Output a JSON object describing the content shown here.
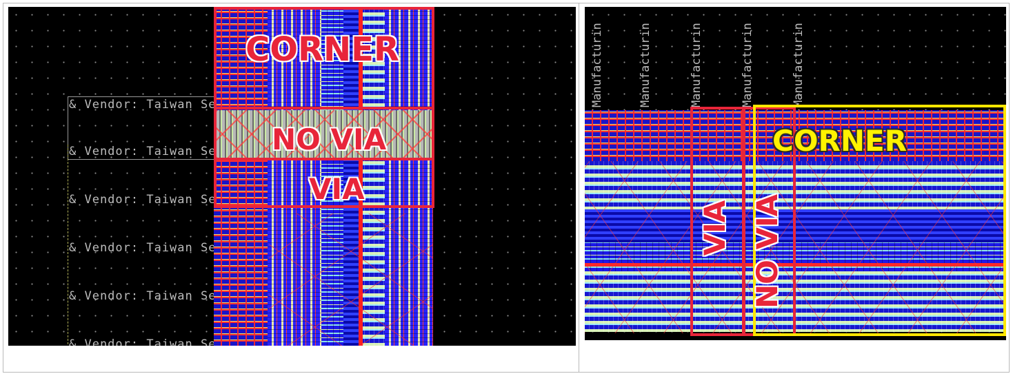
{
  "left_panel": {
    "labels": {
      "corner": "CORNER",
      "no_via": "NO VIA",
      "via": "VIA"
    },
    "vendor_rows": [
      "& Vendor: Taiwan Semi",
      "& Vendor: Taiwan Semi",
      "& Vendor: Taiwan Semi",
      "& Vendor: Taiwan Semi",
      "& Vendor: Taiwan Semi",
      "& Vendor: Taiwan Semi"
    ],
    "vendor_overlap_first": "& Vendor: Taiwan Semi",
    "label_color": "#e8253a"
  },
  "right_panel": {
    "labels": {
      "corner": "CORNER",
      "via": "VIA",
      "no_via": "NO VIA"
    },
    "vertical_texts": [
      "Manufacturin",
      "Manufacturin",
      "Manufacturin",
      "Manufacturin",
      "Manufacturin"
    ],
    "highlight_colors": {
      "red": "#e8253a",
      "yellow": "#ffe600"
    }
  }
}
